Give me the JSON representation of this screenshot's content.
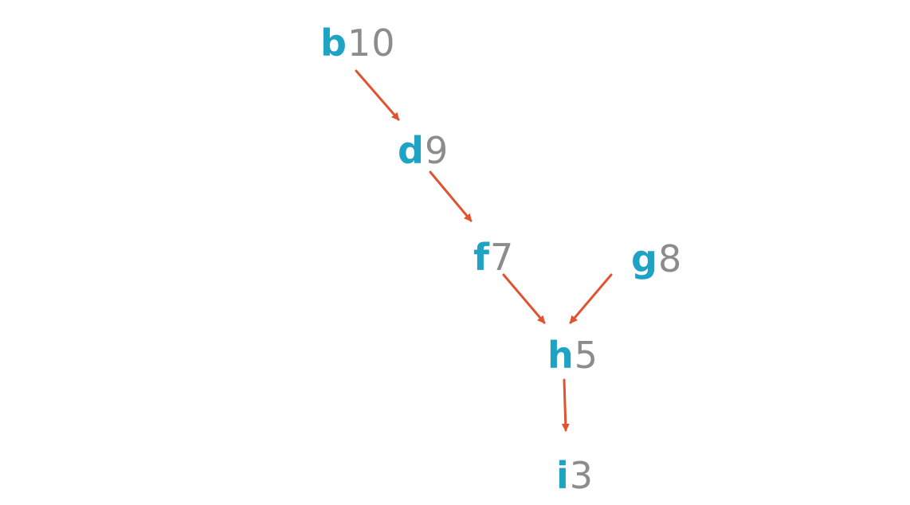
{
  "colors": {
    "letter": "#1fa3c4",
    "number": "#8c8c8c",
    "arrow": "#e0532e",
    "background": "#ffffff"
  },
  "nodes": {
    "b": {
      "letter": "b",
      "number": "10"
    },
    "d": {
      "letter": "d",
      "number": "9"
    },
    "f": {
      "letter": "f",
      "number": "7"
    },
    "g": {
      "letter": "g",
      "number": "8"
    },
    "h": {
      "letter": "h",
      "number": "5"
    },
    "i": {
      "letter": "i",
      "number": "3"
    }
  },
  "edges": [
    {
      "from": "b",
      "to": "d"
    },
    {
      "from": "d",
      "to": "f"
    },
    {
      "from": "f",
      "to": "h"
    },
    {
      "from": "g",
      "to": "h"
    },
    {
      "from": "h",
      "to": "i"
    }
  ]
}
